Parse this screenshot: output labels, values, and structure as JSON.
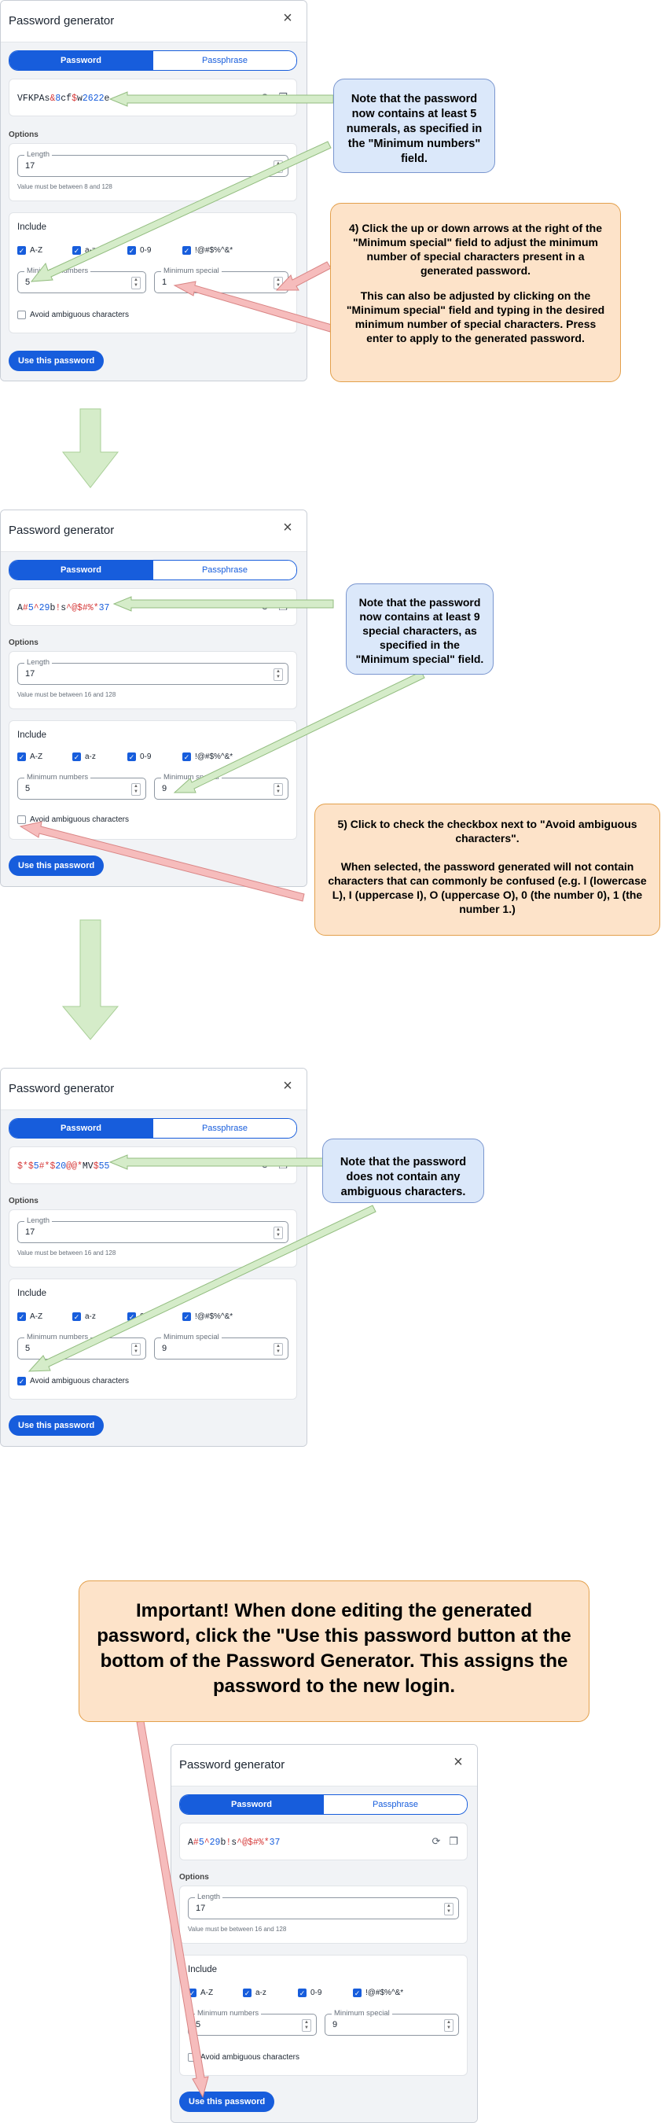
{
  "generator": {
    "title": "Password generator",
    "close_label": "×",
    "tab_password": "Password",
    "tab_passphrase": "Passphrase",
    "options_label": "Options",
    "length_label": "Length",
    "length_value": "17",
    "include_label": "Include",
    "az_upper": "A-Z",
    "az_lower": "a-z",
    "digits": "0-9",
    "specials": "!@#$%^&*",
    "min_numbers_label": "Minimum numbers",
    "min_special_label": "Minimum special",
    "avoid_label": "Avoid ambiguous characters",
    "use_button": "Use this password",
    "regenerate_icon": "refresh-icon",
    "copy_icon": "copy-icon"
  },
  "screens": [
    {
      "password": "VFKPAs&8cf$w2622e",
      "hint": "Value must be between 8 and 128",
      "min_numbers": "5",
      "min_special": "1",
      "avoid_checked": false
    },
    {
      "password": "A#5^29b!s^@$#%*37",
      "hint": "Value must be between 16 and 128",
      "min_numbers": "5",
      "min_special": "9",
      "avoid_checked": false
    },
    {
      "password": "$*$5#*$20@@*MV$55",
      "hint": "Value must be between 16 and 128",
      "min_numbers": "5",
      "min_special": "9",
      "avoid_checked": true
    },
    {
      "password": "A#5^29b!s^@$#%*37",
      "hint": "Value must be between 16 and 128",
      "min_numbers": "5",
      "min_special": "9",
      "avoid_checked": false
    }
  ],
  "callouts": {
    "c1": "Note that the password now contains at least 5 numerals, as specified in the \"Minimum numbers\" field.",
    "c2a": "4) Click the up or down arrows at the right of the \"Minimum special\" field to adjust the minimum number of special characters present in a generated password.",
    "c2b": "This can also be adjusted by clicking on the \"Minimum special\" field and  typing in the desired minimum number of special characters.  Press enter to apply to the generated password.",
    "c3": "Note that the password now contains at least 9 special characters, as specified in the \"Minimum special\" field.",
    "c4a": "5) Click to check the checkbox next to \"Avoid ambiguous characters\".",
    "c4b": "When selected, the password generated will not contain characters that can commonly be confused (e.g. l (lowercase L), I (uppercase I), O (uppercase O), 0 (the number 0), 1 (the number 1.)",
    "c5": "Note that the password does not contain any ambiguous characters.",
    "c6": "Important!  When done editing the generated password, click the \"Use this password button at the bottom of the Password Generator.  This assigns the password to the new login."
  },
  "colors": {
    "accent": "#175ddc",
    "special_char": "#d63b3b",
    "callout_blue": "#dbe8fa",
    "callout_orange": "#fde3c9",
    "arrow_green": "#d5ecc9",
    "arrow_pink": "#f6bcbc"
  }
}
